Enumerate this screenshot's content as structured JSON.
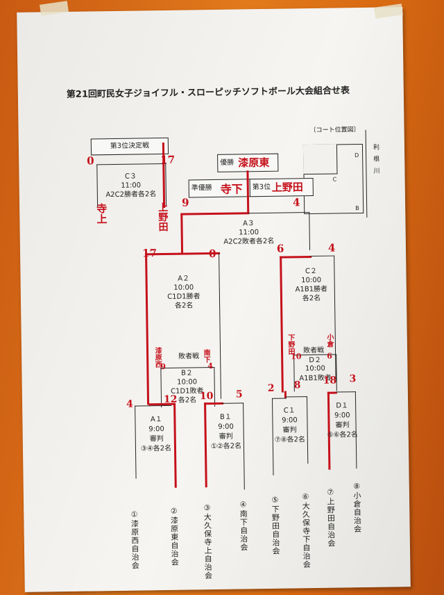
{
  "title": "第21回町民女子ジョイフル・スローピッチソフトボール大会組合せ表",
  "court_map": {
    "label": "〔コート位置図〕",
    "a": "A",
    "b": "B",
    "c": "C",
    "d": "D",
    "river": "利根川"
  },
  "third_place": {
    "label": "第3位決定戦",
    "match": "C３",
    "time": "11:00",
    "desc": "A2C2勝者各2名",
    "score_left": "0",
    "score_right": "17",
    "team_left": "寺上",
    "team_right": "上野田"
  },
  "results": {
    "champion_label": "優勝",
    "champion": "漆原東",
    "runner_up_label": "準優勝",
    "runner_up": "寺下",
    "third_label": "第3位",
    "third": "上野田"
  },
  "final": {
    "match": "A３",
    "time": "11:00",
    "desc": "A2C2敗者各2名",
    "score_left": "9",
    "score_right": "4"
  },
  "a2": {
    "match": "A２",
    "time": "10:00",
    "desc1": "C1D1勝者",
    "desc2": "各2名",
    "score_left": "17",
    "score_right": "0"
  },
  "c2": {
    "match": "C２",
    "time": "10:00",
    "desc1": "A1B1勝者",
    "desc2": "各2名",
    "score_left": "6",
    "score_right": "4"
  },
  "b2": {
    "label": "敗者戦",
    "match": "B２",
    "time": "10:00",
    "desc1": "C1D1敗者",
    "desc2": "各2名",
    "note_left": "漆原西",
    "note_right": "南下",
    "score_left": "9",
    "score_right": "4"
  },
  "d2": {
    "label": "敗者戦",
    "match": "D２",
    "time": "10:00",
    "desc": "A1B1敗者",
    "note_left": "下野田",
    "note_right": "小倉",
    "score_left": "10",
    "score_right": "6"
  },
  "first_round": [
    {
      "match": "A１",
      "time": "9:00",
      "ump": "審判",
      "desc": "③④各2名",
      "score_left": "4",
      "score_right": "12"
    },
    {
      "match": "B１",
      "time": "9:00",
      "ump": "審判",
      "desc": "①②各2名",
      "score_left": "10",
      "score_right": "5"
    },
    {
      "match": "C１",
      "time": "9:00",
      "ump": "審判",
      "desc": "⑦⑧各2名",
      "score_left": "2",
      "score_right": "8"
    },
    {
      "match": "D１",
      "time": "9:00",
      "ump": "審判",
      "desc": "⑤⑥各2名",
      "score_left": "18",
      "score_right": "3"
    }
  ],
  "teams": [
    "①漆原西自治会",
    "②漆原東自治会",
    "③大久保寺上自治会",
    "④南下自治会",
    "⑤下野田自治会",
    "⑥大久保寺下自治会",
    "⑦上野田自治会",
    "⑧小倉自治会"
  ]
}
